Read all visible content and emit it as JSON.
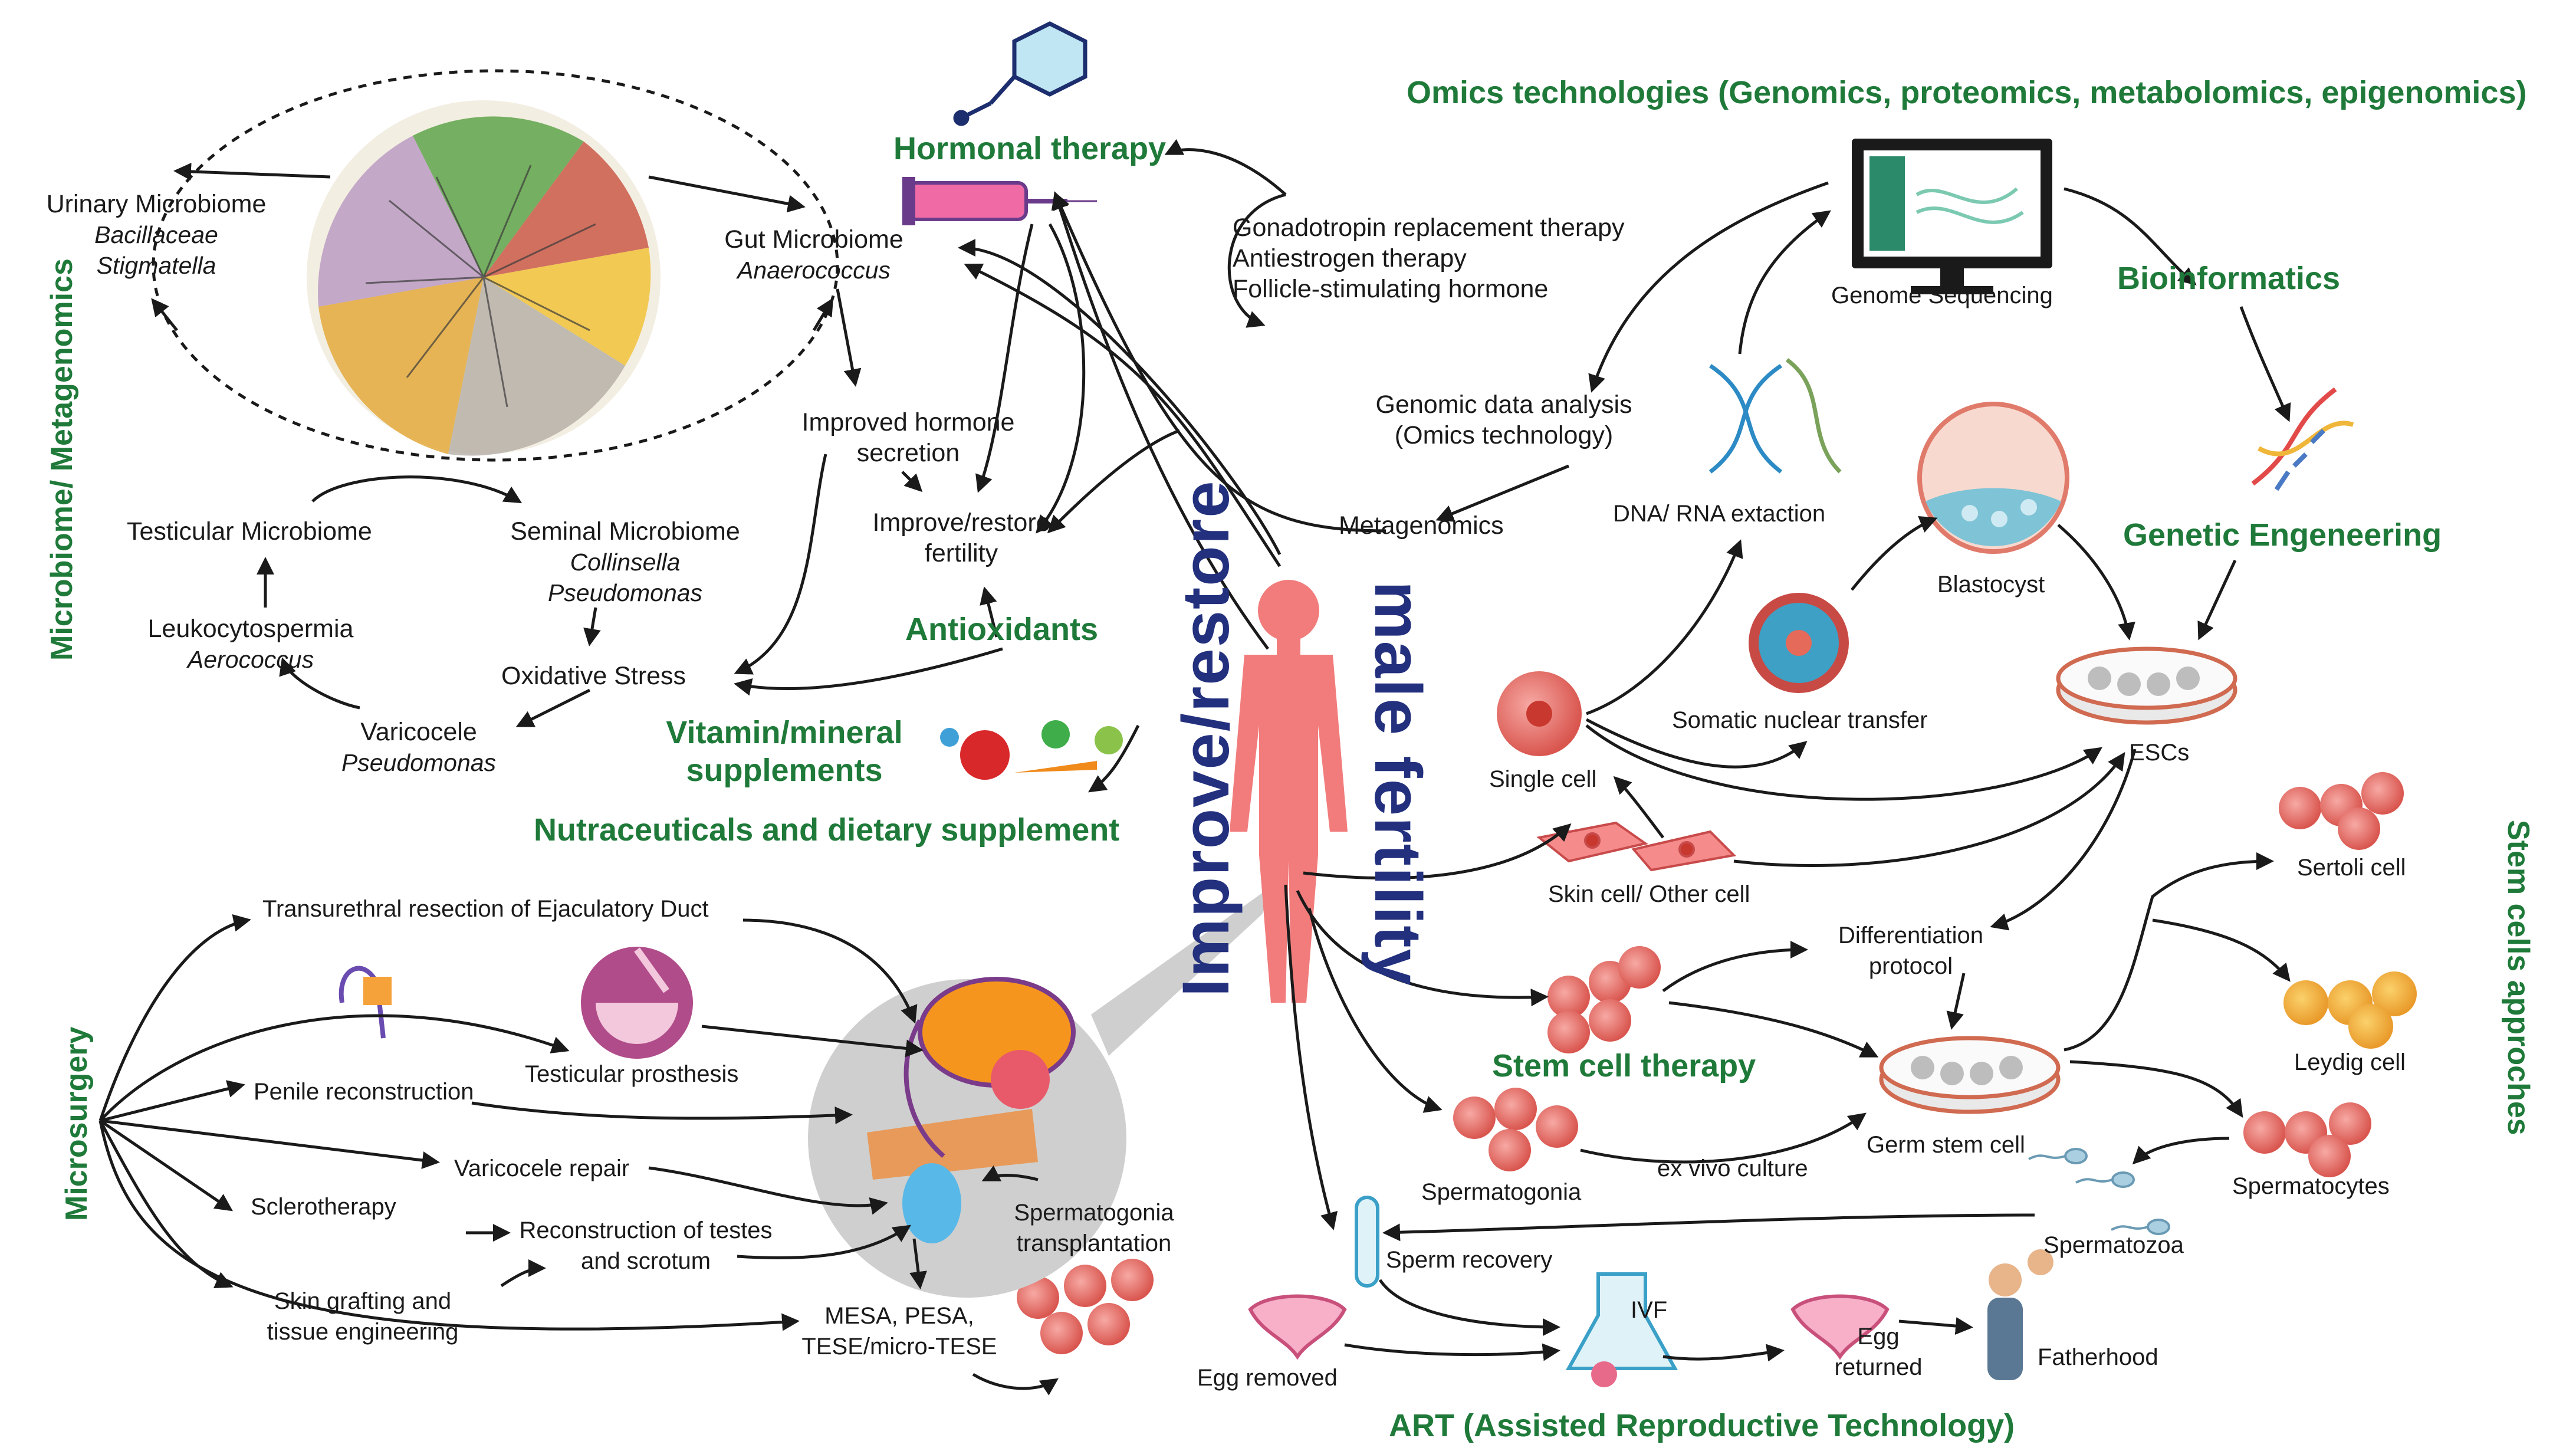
{
  "colors": {
    "green": "#1f7a3a",
    "navy": "#23307e",
    "body": "#f27c7c",
    "cell": "#e8736e",
    "arrow": "#1a1a1a"
  },
  "center": {
    "left_text": "Improve/restore",
    "right_text": "male fertility"
  },
  "section_titles": {
    "omics": "Omics technologies (Genomics, proteomics, metabolomics, epigenomics)",
    "hormonal": "Hormonal therapy",
    "bioinformatics": "Bioinformatics",
    "genetic_engineering": "Genetic Engeneering",
    "antioxidants": "Antioxidants",
    "vitamins": [
      "Vitamin/mineral",
      "supplements"
    ],
    "nutraceuticals": "Nutraceuticals and dietary supplement",
    "stem_cell_therapy": "Stem cell therapy",
    "art": "ART (Assisted Reproductive Technology)",
    "microbiome_side": "Microbiome/ Metagenomics",
    "microsurgery_side": "Microsurgery",
    "stem_side": "Stem cells approches"
  },
  "microbiome": {
    "urinary": {
      "name": "Urinary Microbiome",
      "taxa": [
        "Bacillaceae",
        "Stigmatella"
      ]
    },
    "gut": {
      "name": "Gut Microbiome",
      "taxa": [
        "Anaerococcus"
      ]
    },
    "testicular": {
      "name": "Testicular Microbiome"
    },
    "seminal": {
      "name": "Seminal Microbiome",
      "taxa": [
        "Collinsella",
        "Pseudomonas"
      ]
    },
    "leukocytospermia": {
      "name": "Leukocytospermia",
      "taxa": [
        "Aerococcus"
      ]
    },
    "varicocele": {
      "name": "Varicocele",
      "taxa": [
        "Pseudomonas"
      ]
    },
    "oxidative": "Oxidative Stress",
    "hormone_secretion": [
      "Improved hormone",
      "secretion"
    ],
    "restore_fertility": [
      "Improve/restore",
      "fertility"
    ]
  },
  "hormonal_list": [
    "Gonadotropin replacement therapy",
    "Antiestrogen therapy",
    "Follicle-stimulating hormone"
  ],
  "omics_labels": {
    "genome_seq": "Genome Sequencing",
    "genomic_data": [
      "Genomic data analysis",
      "(Omics technology)"
    ],
    "metagenomics": "Metagenomics",
    "dna_rna": "DNA/ RNA extaction",
    "blastocyst": "Blastocyst",
    "somatic": "Somatic nuclear transfer",
    "single_cell": "Single cell",
    "escs": "ESCs",
    "skin_cell": "Skin cell/ Other cell"
  },
  "stem_labels": {
    "differentiation": [
      "Differentiation",
      "protocol"
    ],
    "sertoli": "Sertoli cell",
    "leydig": "Leydig cell",
    "germ": "Germ stem cell",
    "spermatocytes": "Spermatocytes",
    "spermatogonia": "Spermatogonia",
    "exvivo": "ex vivo culture",
    "spermatozoa": "Spermatozoa"
  },
  "art_labels": {
    "sperm_recovery": "Sperm recovery",
    "ivf": "IVF",
    "egg_removed": "Egg removed",
    "egg_returned": [
      "Egg",
      "returned"
    ],
    "fatherhood": "Fatherhood"
  },
  "surgery_labels": {
    "turd": "Transurethral resection of Ejaculatory Duct",
    "prosthesis": "Testicular prosthesis",
    "penile": "Penile reconstruction",
    "varicocele_repair": "Varicocele repair",
    "sclerotherapy": "Sclerotherapy",
    "reconstruction": [
      "Reconstruction of testes",
      "and scrotum"
    ],
    "skin_graft": [
      "Skin grafting and",
      "tissue engineering"
    ],
    "mesa": [
      "MESA, PESA,",
      "TESE/micro-TESE"
    ],
    "sg_transplant": [
      "Spermatogonia",
      "transplantation"
    ]
  }
}
